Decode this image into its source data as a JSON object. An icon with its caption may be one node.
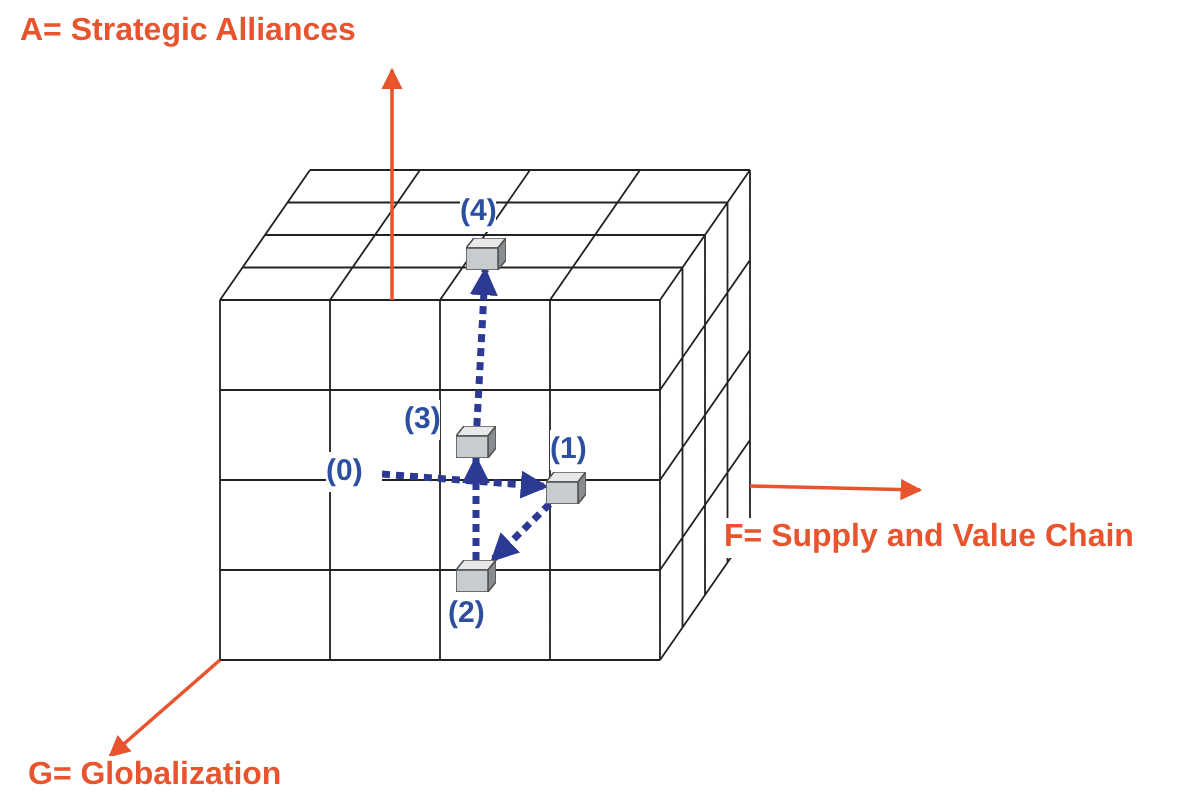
{
  "diagram": {
    "nodes": [
      {
        "text": [
          "(0)"
        ]
      },
      {
        "text": [],
        "shape": "box",
        "beside": [
          "(1)"
        ]
      },
      {
        "text": [],
        "shape": "box",
        "beside": [
          "(2)"
        ]
      },
      {
        "text": [],
        "shape": "box",
        "beside": [
          "(3)"
        ]
      },
      {
        "text": [],
        "shape": "box",
        "beside": [
          "(4)"
        ]
      }
    ],
    "edges": [
      {
        "from": 0,
        "to": 1,
        "arrow": "to",
        "style": "dashed"
      },
      {
        "from": 1,
        "to": 2,
        "arrow": "to",
        "style": "dashed"
      },
      {
        "from": 2,
        "to": 3,
        "arrow": "to",
        "style": "dashed"
      },
      {
        "from": 3,
        "to": 4,
        "arrow": "to",
        "style": "dashed"
      }
    ],
    "labels": [
      "A= Strategic Alliances",
      "F= Supply and Value Chain",
      "G= Globalization"
    ]
  }
}
